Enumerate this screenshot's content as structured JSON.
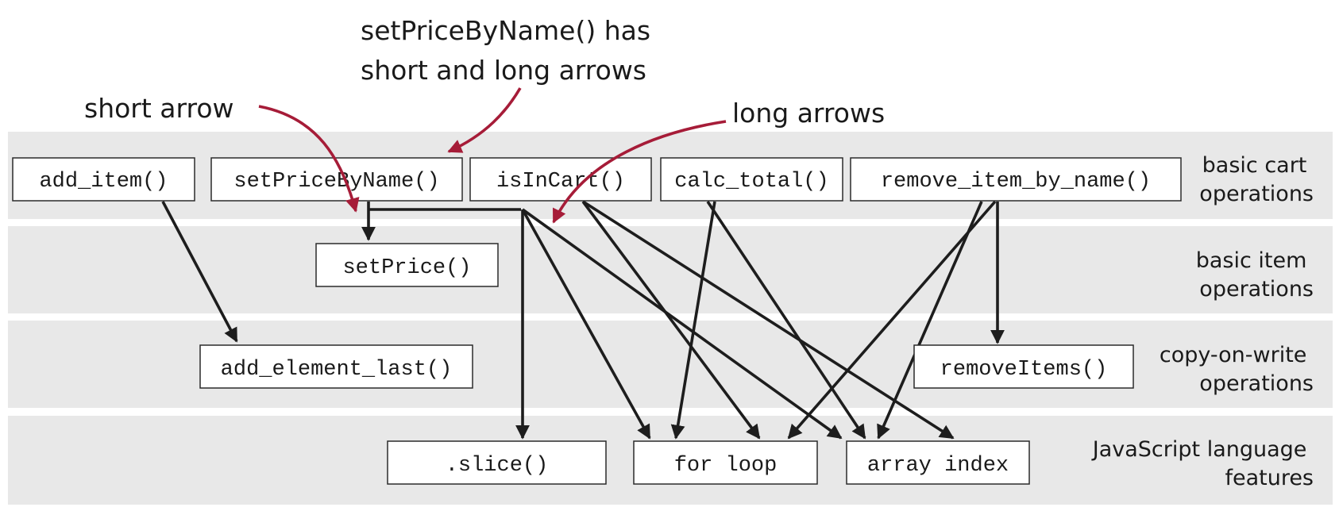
{
  "layers": [
    {
      "label_lines": [
        "basic cart",
        "operations"
      ]
    },
    {
      "label_lines": [
        "basic item",
        "operations"
      ]
    },
    {
      "label_lines": [
        "copy-on-write",
        "operations"
      ]
    },
    {
      "label_lines": [
        "JavaScript language",
        "features"
      ]
    }
  ],
  "functions": {
    "add_item": "add_item()",
    "setPriceByName": "setPriceByName()",
    "isInCart": "isInCart()",
    "calc_total": "calc_total()",
    "remove_item_by_name": "remove_item_by_name()",
    "setPrice": "setPrice()",
    "add_element_last": "add_element_last()",
    "removeItems": "removeItems()",
    "slice": ".slice()",
    "for_loop": "for loop",
    "array_index": "array index"
  },
  "callouts": {
    "short_arrow": "short arrow",
    "both_arrows_line1": "setPriceByName() has",
    "both_arrows_line2": "short and long arrows",
    "long_arrows": "long arrows"
  },
  "colors": {
    "band": "#e8e8e8",
    "edge": "#1d1d1d",
    "callout": "#a61c38"
  }
}
